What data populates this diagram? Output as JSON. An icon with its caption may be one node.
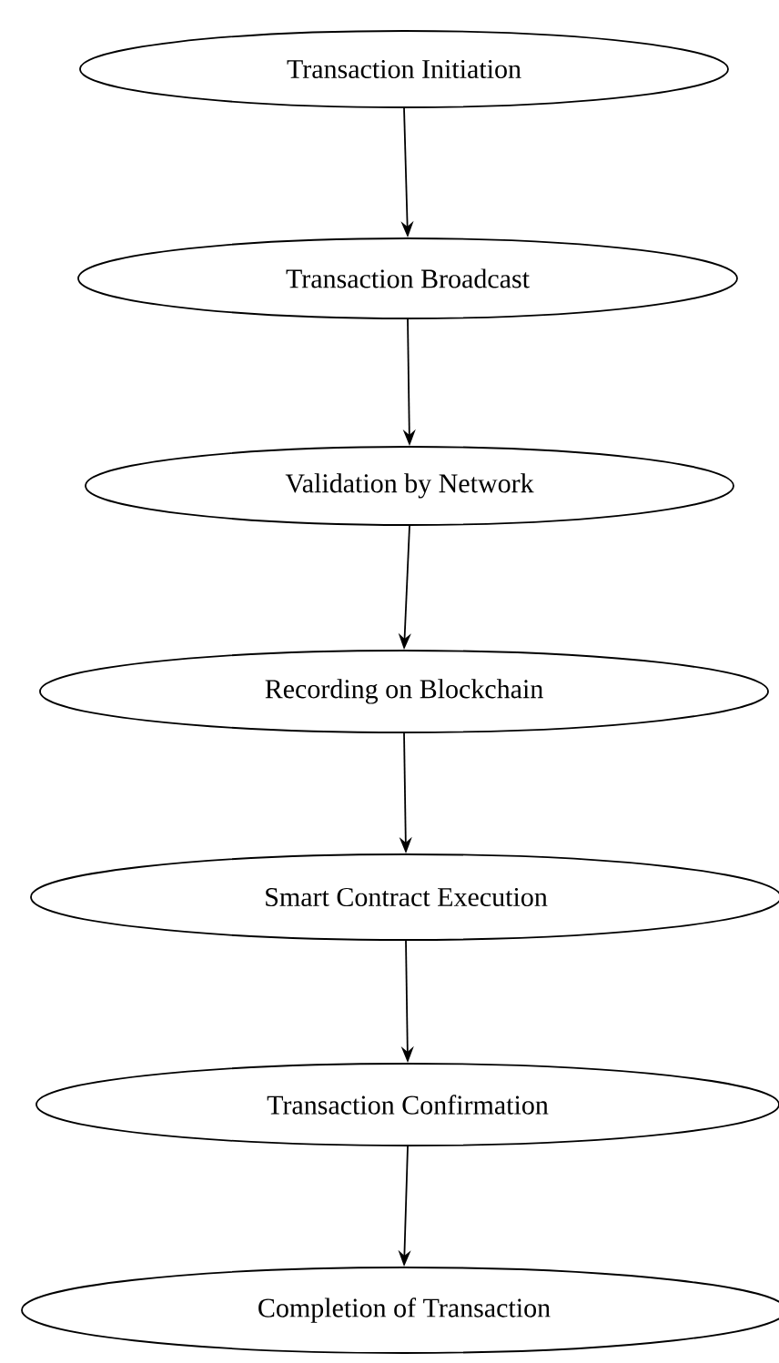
{
  "diagram": {
    "nodes": [
      {
        "text": [
          "Transaction Initiation"
        ]
      },
      {
        "text": [
          "Transaction Broadcast"
        ]
      },
      {
        "text": [
          "Validation by Network"
        ]
      },
      {
        "text": [
          "Recording on Blockchain"
        ]
      },
      {
        "text": [
          "Smart Contract Execution"
        ]
      },
      {
        "text": [
          "Transaction Confirmation"
        ]
      },
      {
        "text": [
          "Completion of Transaction"
        ]
      }
    ],
    "edges": [
      {
        "from": 0,
        "to": 1,
        "arrow": "to"
      },
      {
        "from": 1,
        "to": 2,
        "arrow": "to"
      },
      {
        "from": 2,
        "to": 3,
        "arrow": "to"
      },
      {
        "from": 3,
        "to": 4,
        "arrow": "to"
      },
      {
        "from": 4,
        "to": 5,
        "arrow": "to"
      },
      {
        "from": 5,
        "to": 6,
        "arrow": "to"
      }
    ]
  }
}
